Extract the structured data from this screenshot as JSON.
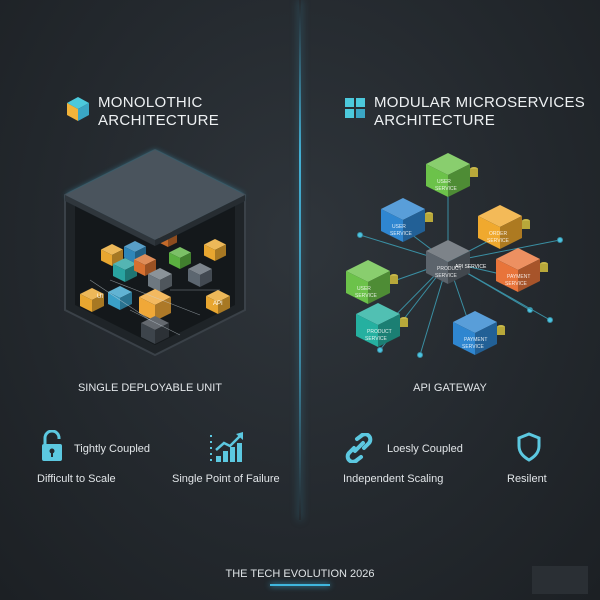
{
  "left": {
    "title_line1": "MONOLOTHIC",
    "title_line2": "ARCHITECTURE",
    "caption": "SINGLE DEPLOYABLE UNIT",
    "inner_labels": [
      "UI",
      "API"
    ],
    "features": [
      {
        "icon": "open-lock-icon",
        "label": "Tightly Coupled"
      },
      {
        "icon": "",
        "label": "Difficult to Scale"
      },
      {
        "icon": "rising-chart-icon",
        "label": "Single Point of Failure"
      }
    ]
  },
  "right": {
    "title_line1": "MODULAR MICROSERVICES",
    "title_line2": "ARCHITECTURE",
    "caption": "API GATEWAY",
    "services": [
      {
        "line1": "USER",
        "line2": "SERVICE",
        "color": "#6cc24a"
      },
      {
        "line1": "USER",
        "line2": "SERVICE",
        "color": "#2f86d0"
      },
      {
        "line1": "ORDER",
        "line2": "SERVICE",
        "color": "#f0a92e"
      },
      {
        "line1": "USER",
        "line2": "SERVICE",
        "color": "#6cc24a"
      },
      {
        "line1": "PRODUCT",
        "line2": "SERVICE",
        "color": "#5c646c"
      },
      {
        "line1": "PAYMENT",
        "line2": "SERVICE",
        "color": "#e8743a"
      },
      {
        "line1": "PRODUCT",
        "line2": "SERVICE",
        "color": "#25b0a0"
      },
      {
        "line1": "PAYMENT",
        "line2": "SERVICE",
        "color": "#2f86d0"
      }
    ],
    "gateway_label": "API SERVICE",
    "features": [
      {
        "icon": "chain-link-icon",
        "label": "Loesly Coupled"
      },
      {
        "icon": "",
        "label": "Independent Scaling"
      },
      {
        "icon": "shield-icon",
        "label": "Resilent"
      }
    ]
  },
  "footer": "THE TECH EVOLUTION 2026",
  "colors": {
    "accent": "#4cc3e0",
    "background": "#262b30"
  }
}
